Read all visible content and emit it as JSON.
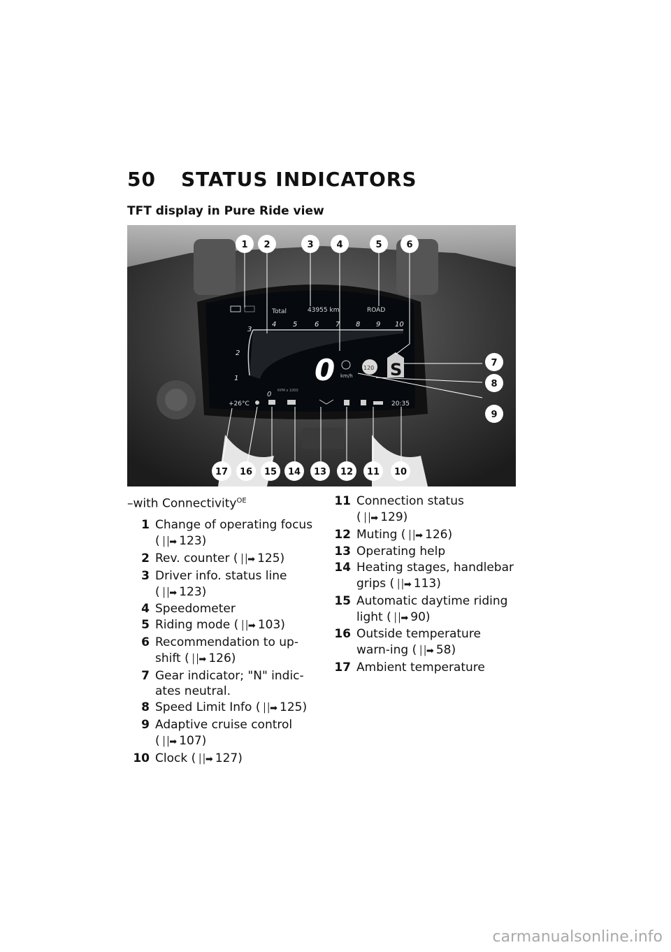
{
  "page": {
    "number": "50",
    "title": "STATUS INDICATORS",
    "subtitle": "TFT display in Pure Ride view"
  },
  "figure": {
    "callouts": [
      "1",
      "2",
      "3",
      "4",
      "5",
      "6",
      "7",
      "8",
      "9",
      "10",
      "11",
      "12",
      "13",
      "14",
      "15",
      "16",
      "17"
    ],
    "display": {
      "total_label": "Total",
      "odometer": "43955 km",
      "mode": "ROAD",
      "scale": [
        "1",
        "2",
        "3",
        "4",
        "5",
        "6",
        "7",
        "8",
        "9",
        "10"
      ],
      "rpm_unit": "RPM x 1000",
      "speed": "0",
      "speed_unit": "km/h",
      "speed_limit": "120",
      "gear": "S",
      "zero": "0",
      "temperature": "+26°C",
      "clock": "20:35"
    }
  },
  "note": {
    "text": "–with Connectivity",
    "sup": "OE"
  },
  "left_items": [
    {
      "num": "1",
      "text": "Change of operating focus",
      "ref": "123)"
    },
    {
      "num": "2",
      "text": "Rev. counter",
      "ref": "125)"
    },
    {
      "num": "3",
      "text": "Driver info. status line",
      "ref": "123)"
    },
    {
      "num": "4",
      "text": "Speedometer",
      "ref": ""
    },
    {
      "num": "5",
      "text": "Riding mode",
      "ref": "103)"
    },
    {
      "num": "6",
      "text": "Recommendation to up-shift",
      "ref": "126)"
    },
    {
      "num": "7",
      "text": "Gear indicator; \"N\" indic-ates neutral.",
      "ref": ""
    },
    {
      "num": "8",
      "text": "Speed Limit Info",
      "ref": "125)"
    },
    {
      "num": "9",
      "text": "Adaptive cruise control",
      "ref": "107)"
    },
    {
      "num": "10",
      "text": "Clock",
      "ref": "127)"
    }
  ],
  "right_items": [
    {
      "num": "11",
      "text": "Connection status",
      "ref": "129)"
    },
    {
      "num": "12",
      "text": "Muting",
      "ref": "126)"
    },
    {
      "num": "13",
      "text": "Operating help",
      "ref": ""
    },
    {
      "num": "14",
      "text": "Heating stages, handlebar grips",
      "ref": "113)"
    },
    {
      "num": "15",
      "text": "Automatic daytime riding light",
      "ref": "90)"
    },
    {
      "num": "16",
      "text": "Outside temperature warn-ing",
      "ref": "58)"
    },
    {
      "num": "17",
      "text": "Ambient temperature",
      "ref": ""
    }
  ],
  "watermark": "carmanualsonline.info"
}
